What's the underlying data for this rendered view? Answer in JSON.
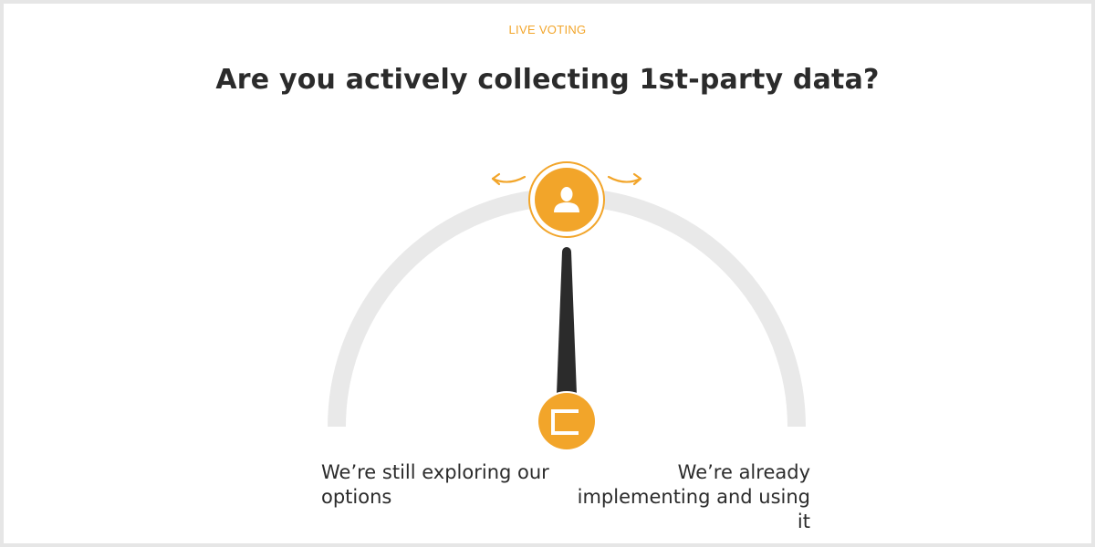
{
  "poll": {
    "eyebrow": "LIVE VOTING",
    "question": "Are you actively collecting 1st-party data?",
    "left_option": "We’re still exploring our options",
    "right_option": "We’re already implementing and using it",
    "vote_position": 0.5
  },
  "icons": {
    "avatar": "user-icon",
    "brand": "bracket-logo-icon",
    "drag_left": "curved-arrow-left-icon",
    "drag_right": "curved-arrow-right-icon"
  },
  "colors": {
    "accent": "#f2a52a",
    "track": "#e9e9e9",
    "needle": "#2b2b2b",
    "text": "#2b2b2b"
  }
}
